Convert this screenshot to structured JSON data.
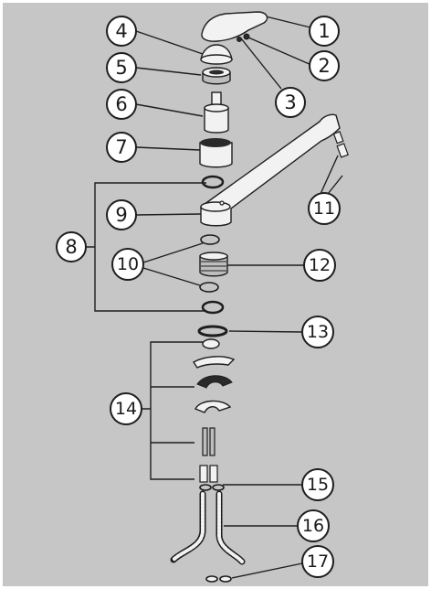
{
  "colors": {
    "background": "#c6c6c6",
    "border": "#ffffff",
    "line": "#1e1e1e",
    "part_fill": "#f2f2f2",
    "part_shade": "#bdbdbd",
    "part_dark": "#2a2a2a",
    "callout_fill": "#ffffff"
  },
  "callouts": [
    {
      "label": "1"
    },
    {
      "label": "2"
    },
    {
      "label": "3"
    },
    {
      "label": "4"
    },
    {
      "label": "5"
    },
    {
      "label": "6"
    },
    {
      "label": "7"
    },
    {
      "label": "8"
    },
    {
      "label": "9"
    },
    {
      "label": "10"
    },
    {
      "label": "11"
    },
    {
      "label": "12"
    },
    {
      "label": "13"
    },
    {
      "label": "14"
    },
    {
      "label": "15"
    },
    {
      "label": "16"
    },
    {
      "label": "17"
    }
  ],
  "parts": [
    {
      "id": "1",
      "name": "lever-handle"
    },
    {
      "id": "2",
      "name": "set-screw"
    },
    {
      "id": "3",
      "name": "screw-cap"
    },
    {
      "id": "4",
      "name": "dome-cap"
    },
    {
      "id": "5",
      "name": "retaining-nut"
    },
    {
      "id": "6",
      "name": "cartridge"
    },
    {
      "id": "7",
      "name": "sleeve"
    },
    {
      "id": "8",
      "name": "o-ring-set"
    },
    {
      "id": "9",
      "name": "spout"
    },
    {
      "id": "10",
      "name": "small-o-rings"
    },
    {
      "id": "11",
      "name": "aerator"
    },
    {
      "id": "12",
      "name": "diverter-body"
    },
    {
      "id": "13",
      "name": "base-gasket"
    },
    {
      "id": "14",
      "name": "mounting-hardware"
    },
    {
      "id": "15",
      "name": "hose-washers"
    },
    {
      "id": "16",
      "name": "braided-hoses"
    },
    {
      "id": "17",
      "name": "hose-end-washers"
    }
  ]
}
